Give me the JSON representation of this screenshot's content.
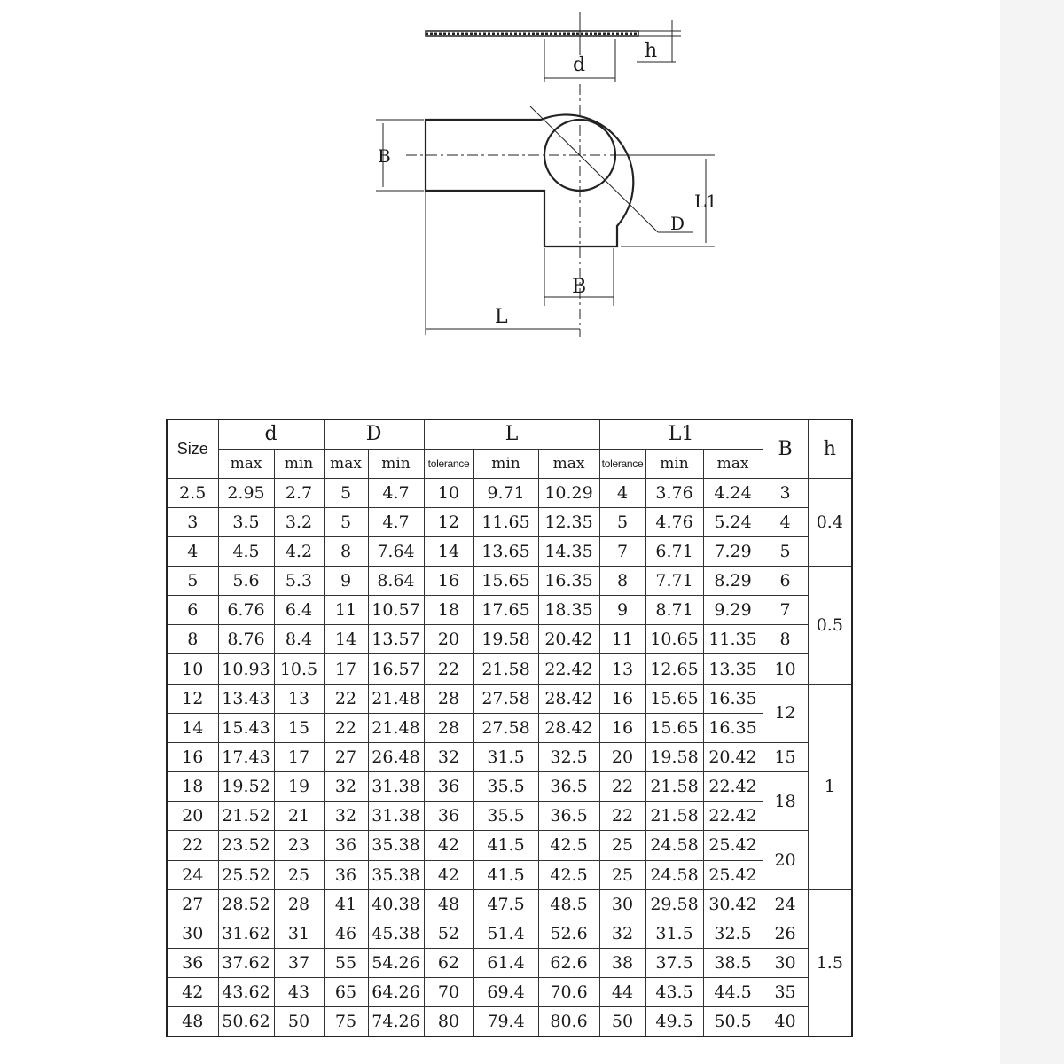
{
  "drawing": {
    "labels": {
      "d": "d",
      "h": "h",
      "B_side": "B",
      "L1": "L1",
      "D": "D",
      "B_bottom": "B",
      "L": "L"
    }
  },
  "table": {
    "size_header": "Size",
    "groups": {
      "d": "d",
      "D": "D",
      "L": "L",
      "L1": "L1",
      "B": "B",
      "h": "h"
    },
    "sub": {
      "d_max": "max",
      "d_min": "min",
      "D_max": "max",
      "D_min": "min",
      "L_tol": "tolerance",
      "L_min": "min",
      "L_max": "max",
      "L1_tol": "tolerance",
      "L1_min": "min",
      "L1_max": "max"
    },
    "rows": [
      [
        "2.5",
        "2.95",
        "2.7",
        "5",
        "4.7",
        "10",
        "9.71",
        "10.29",
        "4",
        "3.76",
        "4.24"
      ],
      [
        "3",
        "3.5",
        "3.2",
        "5",
        "4.7",
        "12",
        "11.65",
        "12.35",
        "5",
        "4.76",
        "5.24"
      ],
      [
        "4",
        "4.5",
        "4.2",
        "8",
        "7.64",
        "14",
        "13.65",
        "14.35",
        "7",
        "6.71",
        "7.29"
      ],
      [
        "5",
        "5.6",
        "5.3",
        "9",
        "8.64",
        "16",
        "15.65",
        "16.35",
        "8",
        "7.71",
        "8.29"
      ],
      [
        "6",
        "6.76",
        "6.4",
        "11",
        "10.57",
        "18",
        "17.65",
        "18.35",
        "9",
        "8.71",
        "9.29"
      ],
      [
        "8",
        "8.76",
        "8.4",
        "14",
        "13.57",
        "20",
        "19.58",
        "20.42",
        "11",
        "10.65",
        "11.35"
      ],
      [
        "10",
        "10.93",
        "10.5",
        "17",
        "16.57",
        "22",
        "21.58",
        "22.42",
        "13",
        "12.65",
        "13.35"
      ],
      [
        "12",
        "13.43",
        "13",
        "22",
        "21.48",
        "28",
        "27.58",
        "28.42",
        "16",
        "15.65",
        "16.35"
      ],
      [
        "14",
        "15.43",
        "15",
        "22",
        "21.48",
        "28",
        "27.58",
        "28.42",
        "16",
        "15.65",
        "16.35"
      ],
      [
        "16",
        "17.43",
        "17",
        "27",
        "26.48",
        "32",
        "31.5",
        "32.5",
        "20",
        "19.58",
        "20.42"
      ],
      [
        "18",
        "19.52",
        "19",
        "32",
        "31.38",
        "36",
        "35.5",
        "36.5",
        "22",
        "21.58",
        "22.42"
      ],
      [
        "20",
        "21.52",
        "21",
        "32",
        "31.38",
        "36",
        "35.5",
        "36.5",
        "22",
        "21.58",
        "22.42"
      ],
      [
        "22",
        "23.52",
        "23",
        "36",
        "35.38",
        "42",
        "41.5",
        "42.5",
        "25",
        "24.58",
        "25.42"
      ],
      [
        "24",
        "25.52",
        "25",
        "36",
        "35.38",
        "42",
        "41.5",
        "42.5",
        "25",
        "24.58",
        "25.42"
      ],
      [
        "27",
        "28.52",
        "28",
        "41",
        "40.38",
        "48",
        "47.5",
        "48.5",
        "30",
        "29.58",
        "30.42"
      ],
      [
        "30",
        "31.62",
        "31",
        "46",
        "45.38",
        "52",
        "51.4",
        "52.6",
        "32",
        "31.5",
        "32.5"
      ],
      [
        "36",
        "37.62",
        "37",
        "55",
        "54.26",
        "62",
        "61.4",
        "62.6",
        "38",
        "37.5",
        "38.5"
      ],
      [
        "42",
        "43.62",
        "43",
        "65",
        "64.26",
        "70",
        "69.4",
        "70.6",
        "44",
        "43.5",
        "44.5"
      ],
      [
        "48",
        "50.62",
        "50",
        "75",
        "74.26",
        "80",
        "79.4",
        "80.6",
        "50",
        "49.5",
        "50.5"
      ]
    ],
    "b_groups": [
      {
        "value": "3",
        "rows": 1
      },
      {
        "value": "4",
        "rows": 1
      },
      {
        "value": "5",
        "rows": 1
      },
      {
        "value": "6",
        "rows": 1
      },
      {
        "value": "7",
        "rows": 1
      },
      {
        "value": "8",
        "rows": 1
      },
      {
        "value": "10",
        "rows": 1
      },
      {
        "value": "12",
        "rows": 2
      },
      {
        "value": "15",
        "rows": 1
      },
      {
        "value": "18",
        "rows": 2
      },
      {
        "value": "20",
        "rows": 2
      },
      {
        "value": "24",
        "rows": 1
      },
      {
        "value": "26",
        "rows": 1
      },
      {
        "value": "30",
        "rows": 1
      },
      {
        "value": "35",
        "rows": 1
      },
      {
        "value": "40",
        "rows": 1
      }
    ],
    "h_groups": [
      {
        "value": "0.4",
        "rows": 3
      },
      {
        "value": "0.5",
        "rows": 4
      },
      {
        "value": "1",
        "rows": 7
      },
      {
        "value": "1.5",
        "rows": 5
      }
    ]
  }
}
